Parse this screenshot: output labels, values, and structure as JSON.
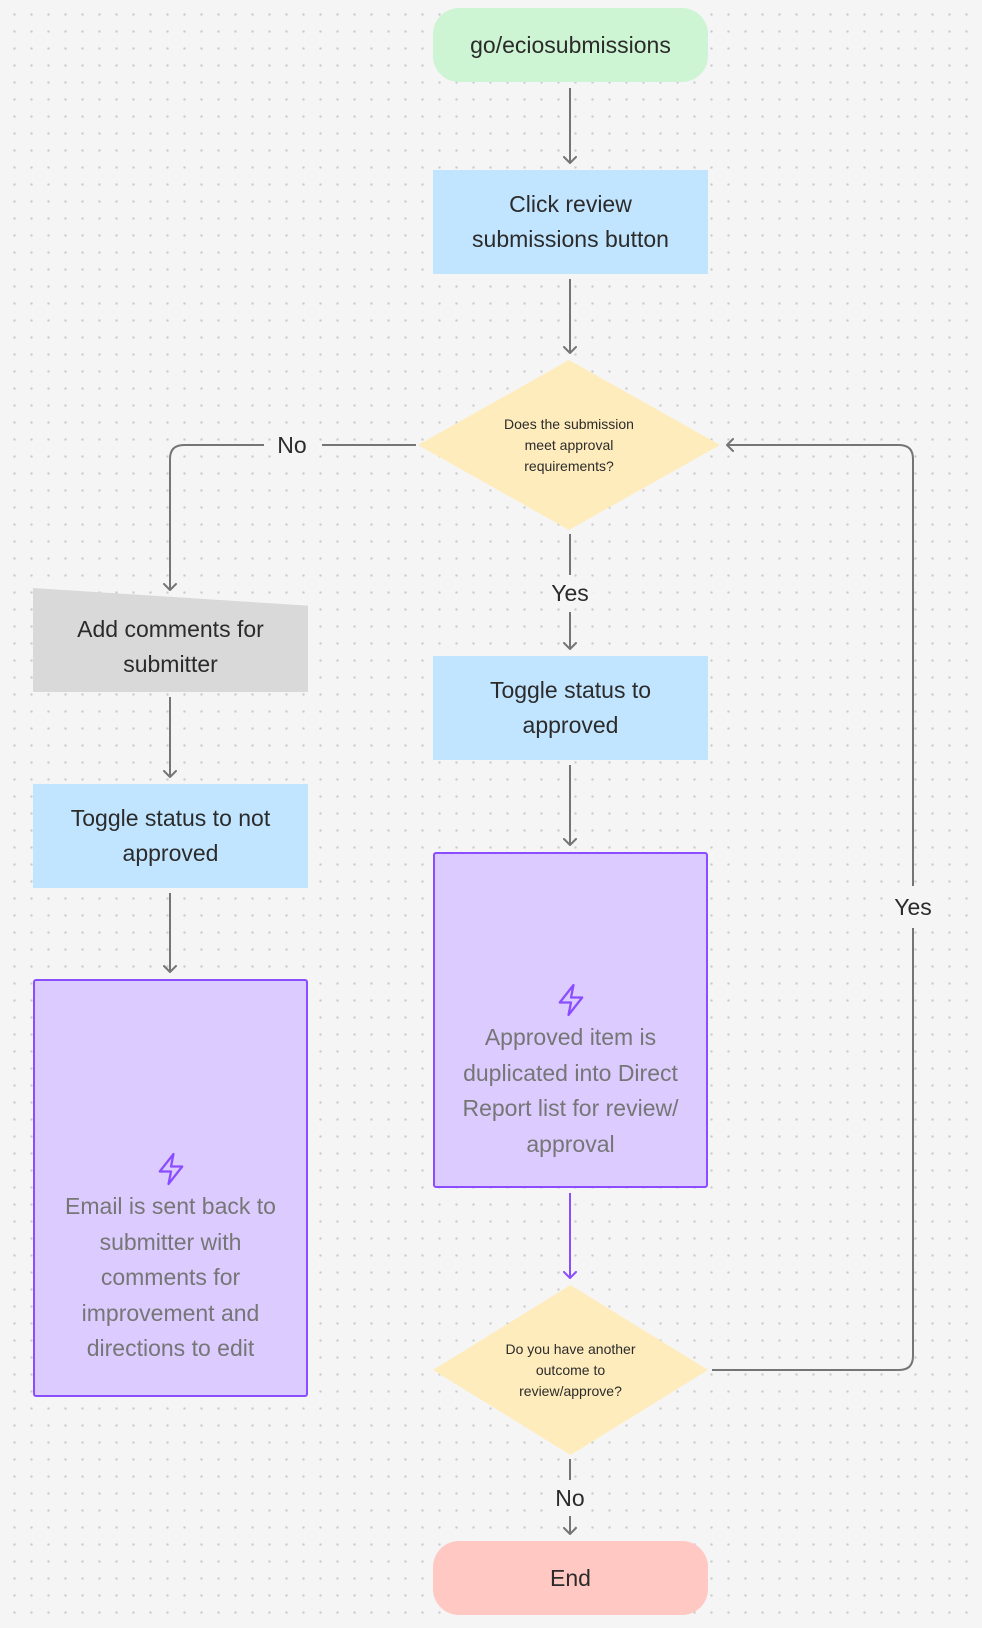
{
  "diagram": {
    "nodes": {
      "start": "go/eciosubmissions",
      "click_review": "Click review submissions button",
      "meets_requirements": "Does the submission meet approval requirements?",
      "toggle_approved": "Toggle status to approved",
      "approved_duplicated": "Approved item is duplicated into Direct Report list for review/ approval",
      "another_outcome": "Do you have another outcome to review/approve?",
      "end": "End",
      "add_comments": "Add comments for submitter",
      "toggle_not_approved": "Toggle status to not approved",
      "email_sent": "Email is sent back to submitter with comments for improvement and directions to edit"
    },
    "edge_labels": {
      "no_left": "No",
      "yes_middle": "Yes",
      "yes_loop": "Yes",
      "no_bottom": "No"
    },
    "colors": {
      "terminal_start": "#cdf4d3",
      "terminal_end": "#ffc8c2",
      "process": "#c2e5ff",
      "decision": "#ffecbd",
      "manual": "#d9d9d9",
      "automation": "#dccbff",
      "automation_border": "#8a4dff",
      "connector": "#757575",
      "connector_automation": "#8a4dff"
    },
    "icons": {
      "automation": "lightning-bolt-icon"
    }
  }
}
